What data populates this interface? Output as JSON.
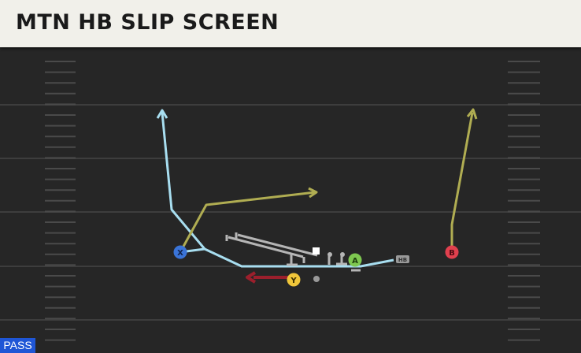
{
  "play": {
    "title": "MTN HB SLIP SCREEN",
    "play_type": "PASS"
  },
  "players": [
    {
      "id": "X",
      "label": "X",
      "color": "#3a74d8",
      "label_color": "#10224a"
    },
    {
      "id": "Y",
      "label": "Y",
      "color": "#f0c63a",
      "label_color": "#3a2e00"
    },
    {
      "id": "A",
      "label": "A",
      "color": "#7ec850",
      "label_color": "#1d3d0c"
    },
    {
      "id": "B",
      "label": "B",
      "color": "#e0404e",
      "label_color": "#4a0a10"
    },
    {
      "id": "HB",
      "label": "HB",
      "color": "#9a9a9a",
      "label_color": "#333333"
    }
  ],
  "colors": {
    "field": "#262626",
    "yard_line": "#3d3d3d",
    "hash": "#4a4a4a",
    "route_x": "#a8def0",
    "route_b": "#b0ad52",
    "route_a": "#b0ad52",
    "block_y": "#9b1f2c",
    "oline": "#b5b5b5"
  }
}
